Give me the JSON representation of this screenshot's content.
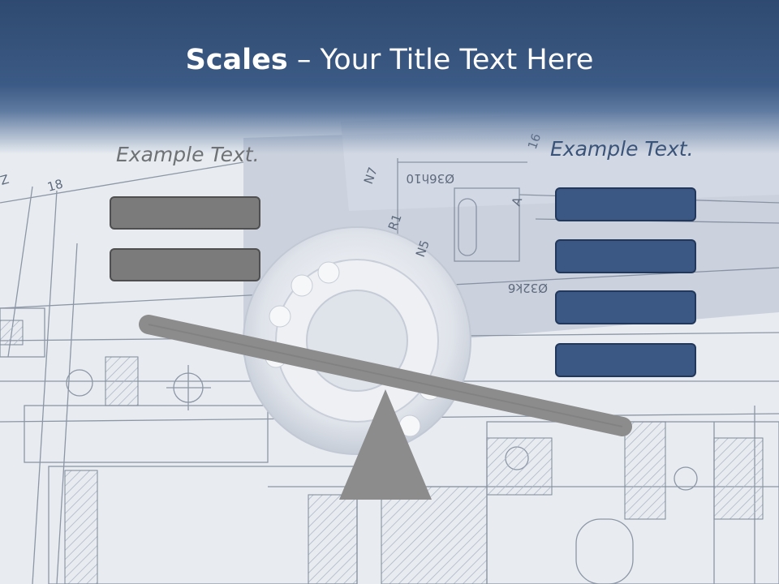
{
  "slide": {
    "title_bold": "Scales",
    "title_rest": " – Your Title Text Here",
    "left_label": "Example Text.",
    "right_label": "Example Text."
  },
  "blueprint_labels": [
    "Ø36h10",
    "Ø32k6",
    "R1",
    "N5",
    "N7",
    "18",
    "16",
    "Z",
    "A"
  ],
  "colors": {
    "header": "#3b5a85",
    "gray_box": "#7b7b7b",
    "blue_box": "#3b5783",
    "scale": "#8c8c8c"
  }
}
